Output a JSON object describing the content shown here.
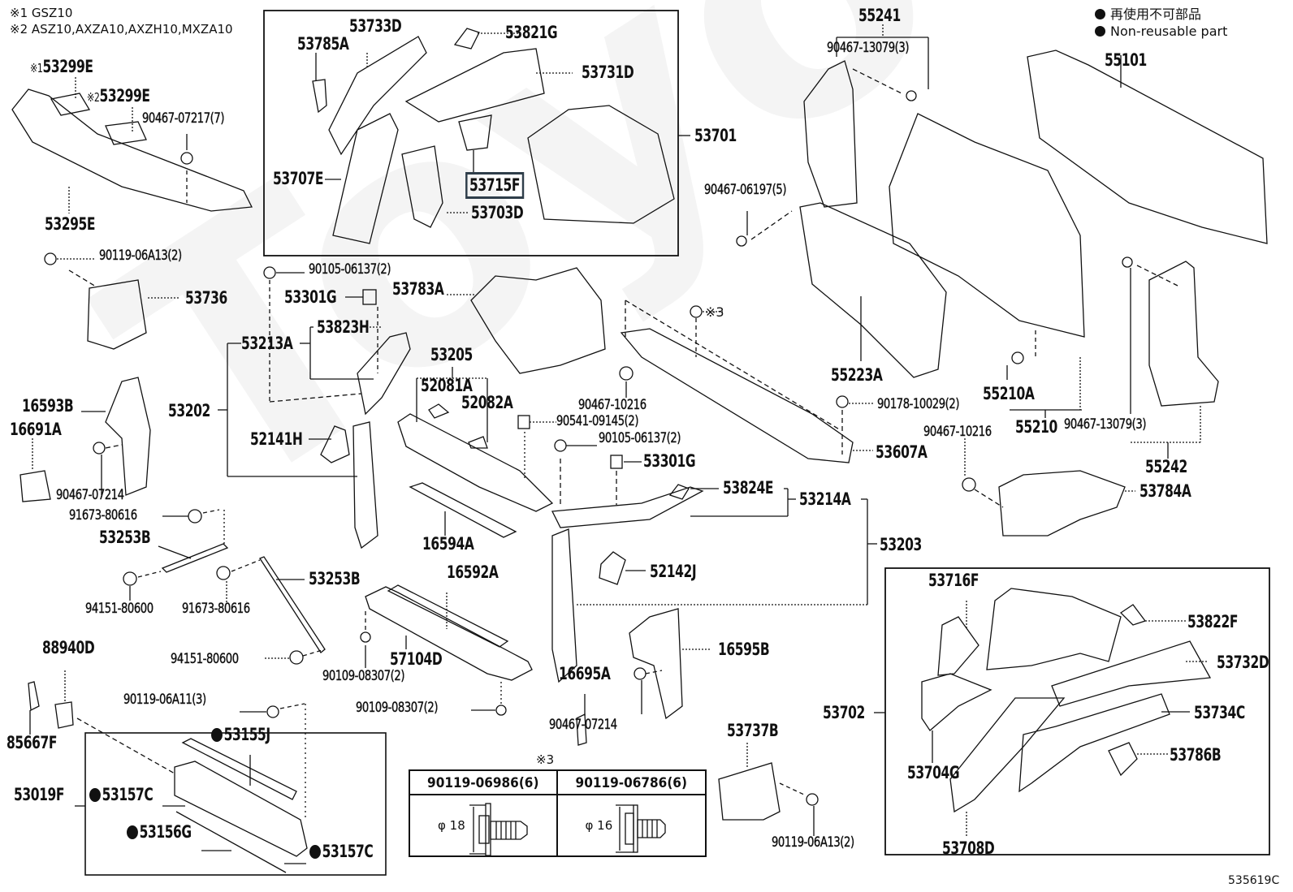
{
  "diagram": {
    "type": "exploded-parts-diagram",
    "subject": "Front body structure / cowl / radiator support",
    "figure_number": "535619C",
    "watermark": "ToyotaCommerce",
    "model_notes": [
      {
        "mark": "※1",
        "text": "GSZ10"
      },
      {
        "mark": "※2",
        "text": "ASZ10,AXZA10,AXZH10,MXZA10"
      }
    ],
    "legend": {
      "symbol": "●",
      "japanese": "再使用不可部品",
      "english": "Non-reusable part"
    },
    "labels": {
      "p53299E_1": {
        "prefix": "※1",
        "text": "53299E"
      },
      "p53299E_2": {
        "prefix": "※2",
        "text": "53299E"
      },
      "p90467_07217": "90467-07217(7)",
      "p53295E": "53295E",
      "p53785A": "53785A",
      "p53733D": "53733D",
      "p53821G": "53821G",
      "p53731D": "53731D",
      "p53701": "53701",
      "p53707E": "53707E",
      "p53715F": "53715F",
      "p53703D": "53703D",
      "p55241": "55241",
      "p90467_13079_top": "90467-13079(3)",
      "p55101": "55101",
      "p90467_06197": "90467-06197(5)",
      "p55223A": "55223A",
      "p55210A": "55210A",
      "p55210": "55210",
      "p90467_13079_right": "90467-13079(3)",
      "p55242": "55242",
      "p90178_10029": "90178-10029(2)",
      "p53607A": "53607A",
      "p90467_10216_right": "90467-10216",
      "p53784A": "53784A",
      "p90119_06A13_top": "90119-06A13(2)",
      "p53736": "53736",
      "p90105_06137_top": "90105-06137(2)",
      "p53301G_top": "53301G",
      "p53783A": "53783A",
      "p53823H": "53823H",
      "p53213A": "53213A",
      "p53205": "53205",
      "p52081A": "52081A",
      "p52082A": "52082A",
      "p90467_10216_mid": "90467-10216",
      "note3_mark": "※3",
      "p16593B": "16593B",
      "p16691A": "16691A",
      "p53202": "53202",
      "p52141H": "52141H",
      "p90467_07214_left": "90467-07214",
      "p90541_09145": "90541-09145(2)",
      "p90105_06137_mid": "90105-06137(2)",
      "p53301G_mid": "53301G",
      "p53824E": "53824E",
      "p53214A": "53214A",
      "p53203": "53203",
      "p91673_80616_a": "91673-80616",
      "p53253B_a": "53253B",
      "p16594A": "16594A",
      "p52142J": "52142J",
      "p94151_80600_a": "94151-80600",
      "p91673_80616_b": "91673-80616",
      "p53253B_b": "53253B",
      "p16592A": "16592A",
      "p88940D": "88940D",
      "p94151_80600_b": "94151-80600",
      "p57104D": "57104D",
      "p90109_08307_a": "90109-08307(2)",
      "p16595B": "16595B",
      "p16695A": "16695A",
      "p90119_06A11": "90119-06A11(3)",
      "p90109_08307_b": "90109-08307(2)",
      "p90467_07214_mid": "90467-07214",
      "p85667F": "85667F",
      "p53155J": "53155J",
      "p53019F": "53019F",
      "p53157C_a": "53157C",
      "p53156G": "53156G",
      "p53157C_b": "53157C",
      "p53737B": "53737B",
      "p90119_06A13_bottom": "90119-06A13(2)",
      "p53702": "53702",
      "p53716F": "53716F",
      "p53822F": "53822F",
      "p53732D": "53732D",
      "p53734C": "53734C",
      "p53704G": "53704G",
      "p53786B": "53786B",
      "p53708D": "53708D"
    },
    "fastener_table": {
      "mark": "※3",
      "columns": [
        {
          "part": "90119-06986(6)",
          "diameter": "φ 18"
        },
        {
          "part": "90119-06786(6)",
          "diameter": "φ 16"
        }
      ]
    },
    "highlighted_part": "53715F"
  }
}
